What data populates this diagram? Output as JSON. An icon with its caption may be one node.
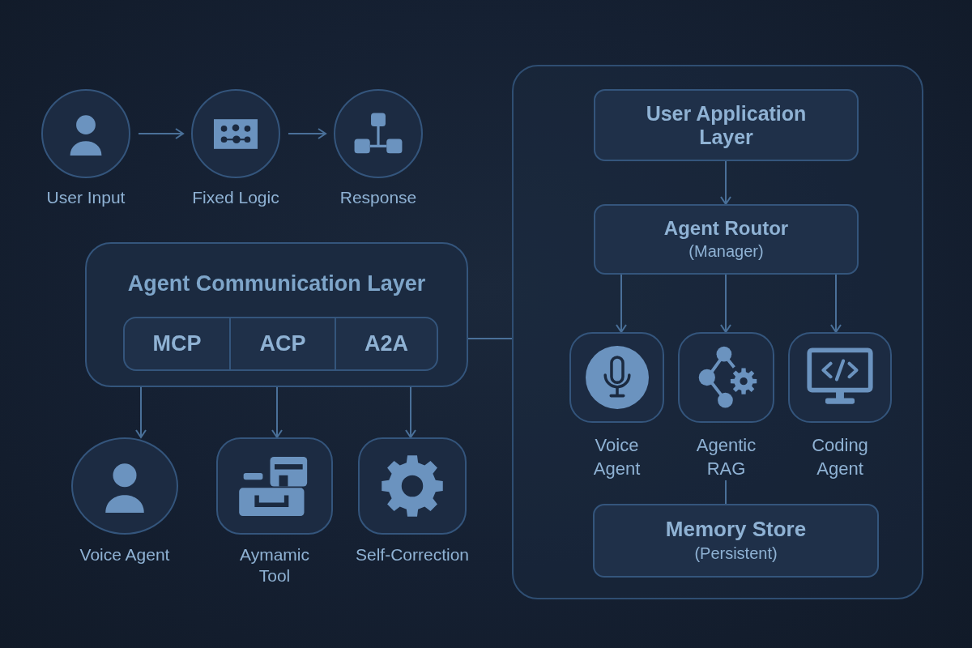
{
  "diagram": {
    "nodes": [
      {
        "text": [
          "User Input"
        ]
      },
      {
        "text": [
          "Fixed Logic"
        ]
      },
      {
        "text": [
          "Response"
        ]
      },
      {
        "text": [
          "Agent Communication Layer"
        ]
      },
      {
        "text": [
          "MCP"
        ],
        "in": 3
      },
      {
        "text": [
          "ACP"
        ],
        "in": 3
      },
      {
        "text": [
          "A2A"
        ],
        "in": 3
      },
      {
        "text": [
          "Voice Agent"
        ]
      },
      {
        "text": [
          "Aymamic Tool"
        ]
      },
      {
        "text": [
          "Self-Correction"
        ]
      },
      {
        "text": [],
        "shape": "box"
      },
      {
        "text": [
          "User Application Layer"
        ],
        "in": 10
      },
      {
        "text": [
          "Agent Routor",
          "(Manager)"
        ],
        "in": 10
      },
      {
        "text": [
          "Voice Agent"
        ],
        "in": 10
      },
      {
        "text": [
          "Agentic RAG"
        ],
        "in": 10
      },
      {
        "text": [
          "Coding Agent"
        ],
        "in": 10
      },
      {
        "text": [
          "Memory Store",
          "(Persistent)"
        ],
        "in": 10
      }
    ],
    "edges": [
      {
        "from": 0,
        "to": 1,
        "arrow": "to"
      },
      {
        "from": 1,
        "to": 2,
        "arrow": "to"
      },
      {
        "from": 3,
        "to": 7,
        "arrow": "to"
      },
      {
        "from": 3,
        "to": 8,
        "arrow": "to"
      },
      {
        "from": 3,
        "to": 9,
        "arrow": "to"
      },
      {
        "from": 3,
        "to": 10,
        "arrow": "none"
      },
      {
        "from": 11,
        "to": 12,
        "arrow": "to"
      },
      {
        "from": 12,
        "to": 13,
        "arrow": "to"
      },
      {
        "from": 12,
        "to": 14,
        "arrow": "to"
      },
      {
        "from": 12,
        "to": 15,
        "arrow": "to"
      },
      {
        "from": 14,
        "to": 16,
        "arrow": "none"
      }
    ]
  }
}
